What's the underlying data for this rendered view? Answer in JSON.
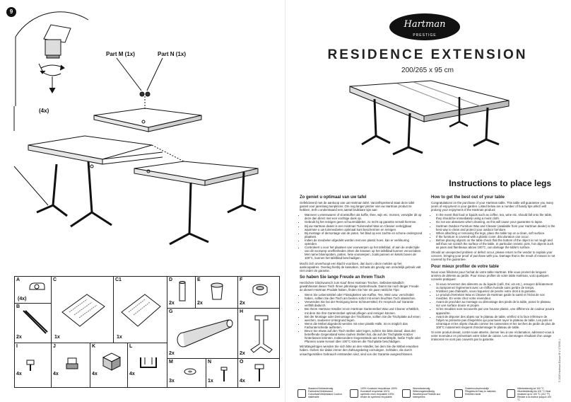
{
  "page_number": "9",
  "left": {
    "part_m_label": "Part M (1x)",
    "part_n_label": "Part N (1x)",
    "qty_4x": "(4x)",
    "parts": [
      {
        "letter": "A",
        "qty": "(4x)"
      },
      {
        "letter": "B",
        "qty": "2x"
      },
      {
        "letter": "C",
        "qty": "1x"
      },
      {
        "letter": "C1",
        "qty": "1x"
      },
      {
        "letter": "D",
        "qty": "2x"
      },
      {
        "letter": "E",
        "qty": "2x"
      },
      {
        "letter": "F",
        "qty": "2x"
      },
      {
        "letter": "G",
        "qty": "2x"
      },
      {
        "letter": "H",
        "qty": "2x"
      },
      {
        "letter": "I",
        "qty": "4x"
      },
      {
        "letter": "J",
        "qty": "4x"
      },
      {
        "letter": "K",
        "qty": "4x"
      },
      {
        "letter": "L",
        "qty": "4x"
      },
      {
        "letter": "M",
        "qty": "3x"
      },
      {
        "letter": "N",
        "qty": "1x"
      },
      {
        "letter": "O",
        "qty": "4x"
      }
    ]
  },
  "right": {
    "brand": "Hartman",
    "brand_sub": "PRESTIGE",
    "title": "RESIDENCE EXTENSION",
    "dimensions": "200/265 x 95 cm",
    "instructions_heading": "Instructions to place legs",
    "nl": {
      "heading": "Zo geniet u optimaal van uw tafel",
      "intro": "Gefeliciteerd met de aankoop van uw Hartman tafel. Vanzelfsprekend staat deze tafel garant voor jarenlang tuinplezier. Om nog langer plezier van uw Hartman product te hebben, treft u onderstaand een aantal bruikbare tips aan:",
      "bullets": [
        "Wanneer u etenswaren of vloeistoffen als koffie, thee, wijn etc. morsen, verwijder dit op deze dan direct met een vochtige doek op.",
        "Gebruik bij het reinigen geen schuurmiddelen, zo recht op garantie vervalt hiermee.",
        "Bij uw Hartman dealer is een Hartman Tuinmeubel Was en Cleaner verkrijgbaar waarmee u uw tuinmeubelen optimaal kunt beschermen en reinigen.",
        "Bij montage of demontage van de poten, het blad op een zachte en schone ondergrond plaatsen.",
        "Indien de meubelen afgedekt worden met een plastic hoes, kan er verkleuring optreden.",
        "Controleert u voor het plaatsen van voorwerpen op het tafelblad, of aan de onderzijde van dit voorwerp oneffenheden zitten die krassen op het tafelblad kunnen veroorzaken. Met name bloempotten, potten, hete voorwerpen, zoals pannen en ketels boven de 100°C, kunnen het tafelblad beschadigen."
      ],
      "outro": "Mocht zich onverhoopt een klacht voordoen, dan kunt u deze melden op het aankoopadres. Overleg hierbij de kassabon. Schade als gevolg van onredelijk gebruik valt niet onder de garantie.",
      "de_heading": "So haben Sie lange Freude an Ihrem Tisch",
      "de_intro": "Herzlichen Glückwunsch zum Kauf Ihres Hartman Tisches. Selbstverständlich gewährleistet dieser Tisch Ihnen jahrelange Gartenfreude. Damit Sie noch länger Freude an diesem Hartman Produkt haben, finden Sie hier ein paar nützliche Tips:",
      "de_bullets": [
        "Wenn Sie Lebensmittel oder Flüssigkeiten wie Kaffee, Tee, Wein usw. verschüttet haben, sollten Sie den Tisch am besten sofort mit einem feuchten Tuch abwischen.",
        "Verwenden Sie bei der Reinigung keine Scheuermittel, Ihr Anspruch auf Garantie verfällt dadurch.",
        "Bei Ihrem Hartman Händler ist ein Hartman Gartenmöbel Wax und Cleaner erhältlich, mit dem Sie Ihre Gartenmöbel optimal pflegen und reinigen können.",
        "Bei der Montage oder Demontage der Tischbeine, sollten Sie die Tischplatte auf einen weichen, sauberen Untergrund legen.",
        "Wenn die Möbel abgedeckt werden mit einer plastik Hülle, ist es möglich das Farbunterschiede auftreten.",
        "Bevor Sie etwas auf den Tisch stellen oder legen, achten Sie bitte darauf, dass der betreffende Gegenstand keine rauhen Stellen hat, die auf der Tischplatte Kratzer hinterlassen könnten. Insbesondere Gegenstände wie Keramiktöpfe, heiße Töpfe oder Pfannen sowie Kessel über 100°C können die Tischplatte beschädigen."
      ],
      "de_outro": "Mit Mängelrügen wenden Sie sich bitte an den Händler, bei dem Sie die Möbel erworben haben. Geben Sie dabei immer den Zahlungsbeleg vorzulegen. Schäden, die durch unsachgemäßen Gebrauch entstanden sind, sind von der Garantie ausgeschlossen."
    },
    "en": {
      "heading": "How to get the best out of your table",
      "intro": "Congratulations on the purchase of your Hartman table. This table will guarantee you many years of enjoyment in your garden. Listed below are a number of handy tips which will prolong your enjoyment of the Hartman product:",
      "bullets": [
        "In the event that food or liquids such as coffee, tea, wine etc. should fall onto the table, they should be immediately using a moist cloth.",
        "Do not use abrasives when cleaning, as this will cause your guarantee to lapse.",
        "Hartman Outdoor Furniture Wax and Cleaner (available from your Hartman dealer) is the best way to clean and protect your outdoor furniture.",
        "When attaching or removing the legs, place the table top on a clean, soft surface.",
        "If the furniture is covered with a plastic cover, discoloration can occur.",
        "Before placing objects on the table check that the bottom of the object is not rough and will thus not scratch the surface of the table. In particular ceramic pots, hot objects such as pans and flambeaux above 100°C, can damage the table's surface."
      ],
      "outro": "Should an unexpected problem or defect occur, please return to the vendor to explain your concern, bringing your proof of purchase with you. Damage that is the result of misuse is not covered by the guarantee.",
      "fr_heading": "Pour mieux profiter de votre table",
      "fr_intro": "Nous vous félicitons pour l'achat de votre table Hartman. Elle vous promet de longues années de détente au jardin. Pour mieux profiter de votre table Hartman, voici quelques conseils pratiques:",
      "fr_bullets": [
        "Si vous renversez des aliments ou du liquide (café, thé, vin etc.), essuyez délicatement ou tamponnez légèrement avec un chiffon humide sans perdre de temps.",
        "N'utilisez pas d'abrasifs, vous risqueriez de perdre votre droit à la garantie.",
        "Le produit d'entretien Wax et Cleaner de Hartman garde la santé et l'éclat de vos meubles. En vente chez votre revendeur.",
        "Avant de procéder au montage ou démontage des pieds de la table, posez le plateau sur une surface douce et propre.",
        "Si les meubles sont recouverts par une housse plastic, une différence de couleur pourra apparaître.",
        "Avant de déposer des objets sur le plateau de table, vérifiez si la face inférieure de l'objet ne présente pas d'aspérités qui pourraient rayer le plateau de table. Les pots en céramique et les objets chauds comme les casseroles et les torches de jardin de plus de 100°C notamment risquent d'endommager le plateau de table."
      ],
      "fr_outro": "Si votre produit devait, contre toute attente, donner lieu à une réclamation, adressez-vous à votre revendeur en présentant votre ticket de caisse. Les dommages résultant d'un usage irraisonné ne sont pas couverts par la garantie."
    },
    "care": [
      "Wassers/Vlekbestendig Farbechts/Vlekbestand Colourfast/Vlekbestand Couleur inaltérable",
      "100% Kunststof recyclebaar 100% Kunststoff recyclebar 100% synthetic resin recyclable 100% résine de synthèse recyclable",
      "Weersbestendig Witterungsbeständig Weatherproof Résiste aux intempéries",
      "Onderhoudsvriendelijk Pflegeleicht Easy to maintain Entretien facile",
      "Hittebestendig tot 100 °C Hitzebeständig bis 100 °C Heat resistant up to 100 °C (212 °F) Résiste à la chaleur jusqu'à 100 °C"
    ],
    "footer": "© 2009 Hartman Europe B.V. 070930-1"
  }
}
